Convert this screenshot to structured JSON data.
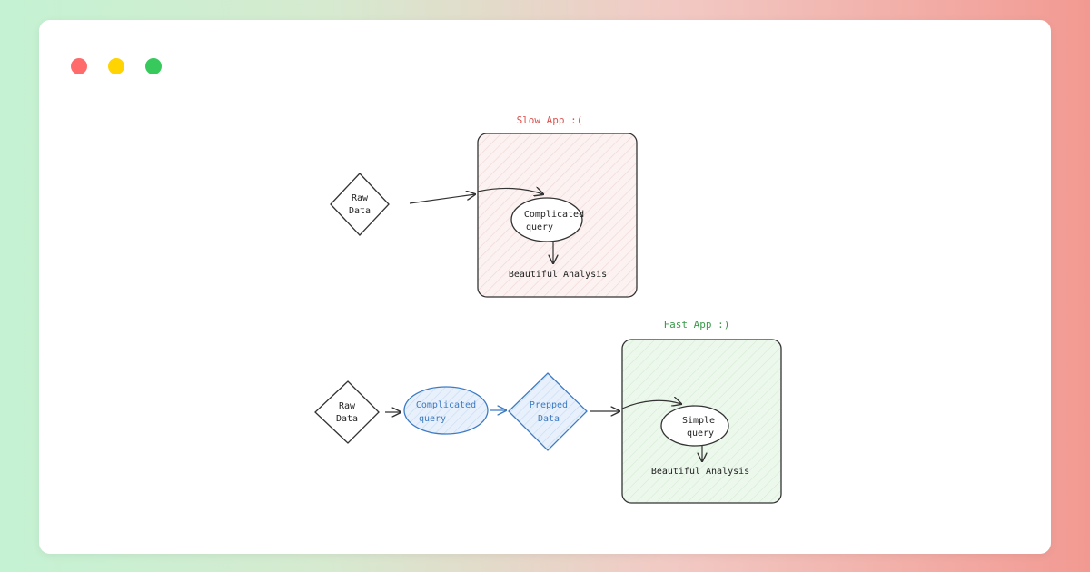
{
  "window": {
    "controls": [
      {
        "name": "close",
        "color": "#ff6b6b"
      },
      {
        "name": "minimize",
        "color": "#ffd400"
      },
      {
        "name": "maximize",
        "color": "#37c95c"
      }
    ]
  },
  "diagram": {
    "slow": {
      "title": "Slow App :(",
      "title_color": "#d9534f",
      "raw_line1": "Raw",
      "raw_line2": "Data",
      "query_line1": "Complicated",
      "query_line2": "query",
      "result": "Beautiful Analysis",
      "fill": "#f8ecea"
    },
    "fast": {
      "title": "Fast App :)",
      "title_color": "#3a9a4a",
      "raw_line1": "Raw",
      "raw_line2": "Data",
      "prep_query_line1": "Complicated",
      "prep_query_line2": "query",
      "prepped_line1": "Prepped",
      "prepped_line2": "Data",
      "query_line1": "Simple",
      "query_line2": "query",
      "result": "Beautiful Analysis",
      "fill": "#e6f4e6",
      "blue_text": "#3d7bc4",
      "blue_fill": "#dbe9f8"
    }
  }
}
